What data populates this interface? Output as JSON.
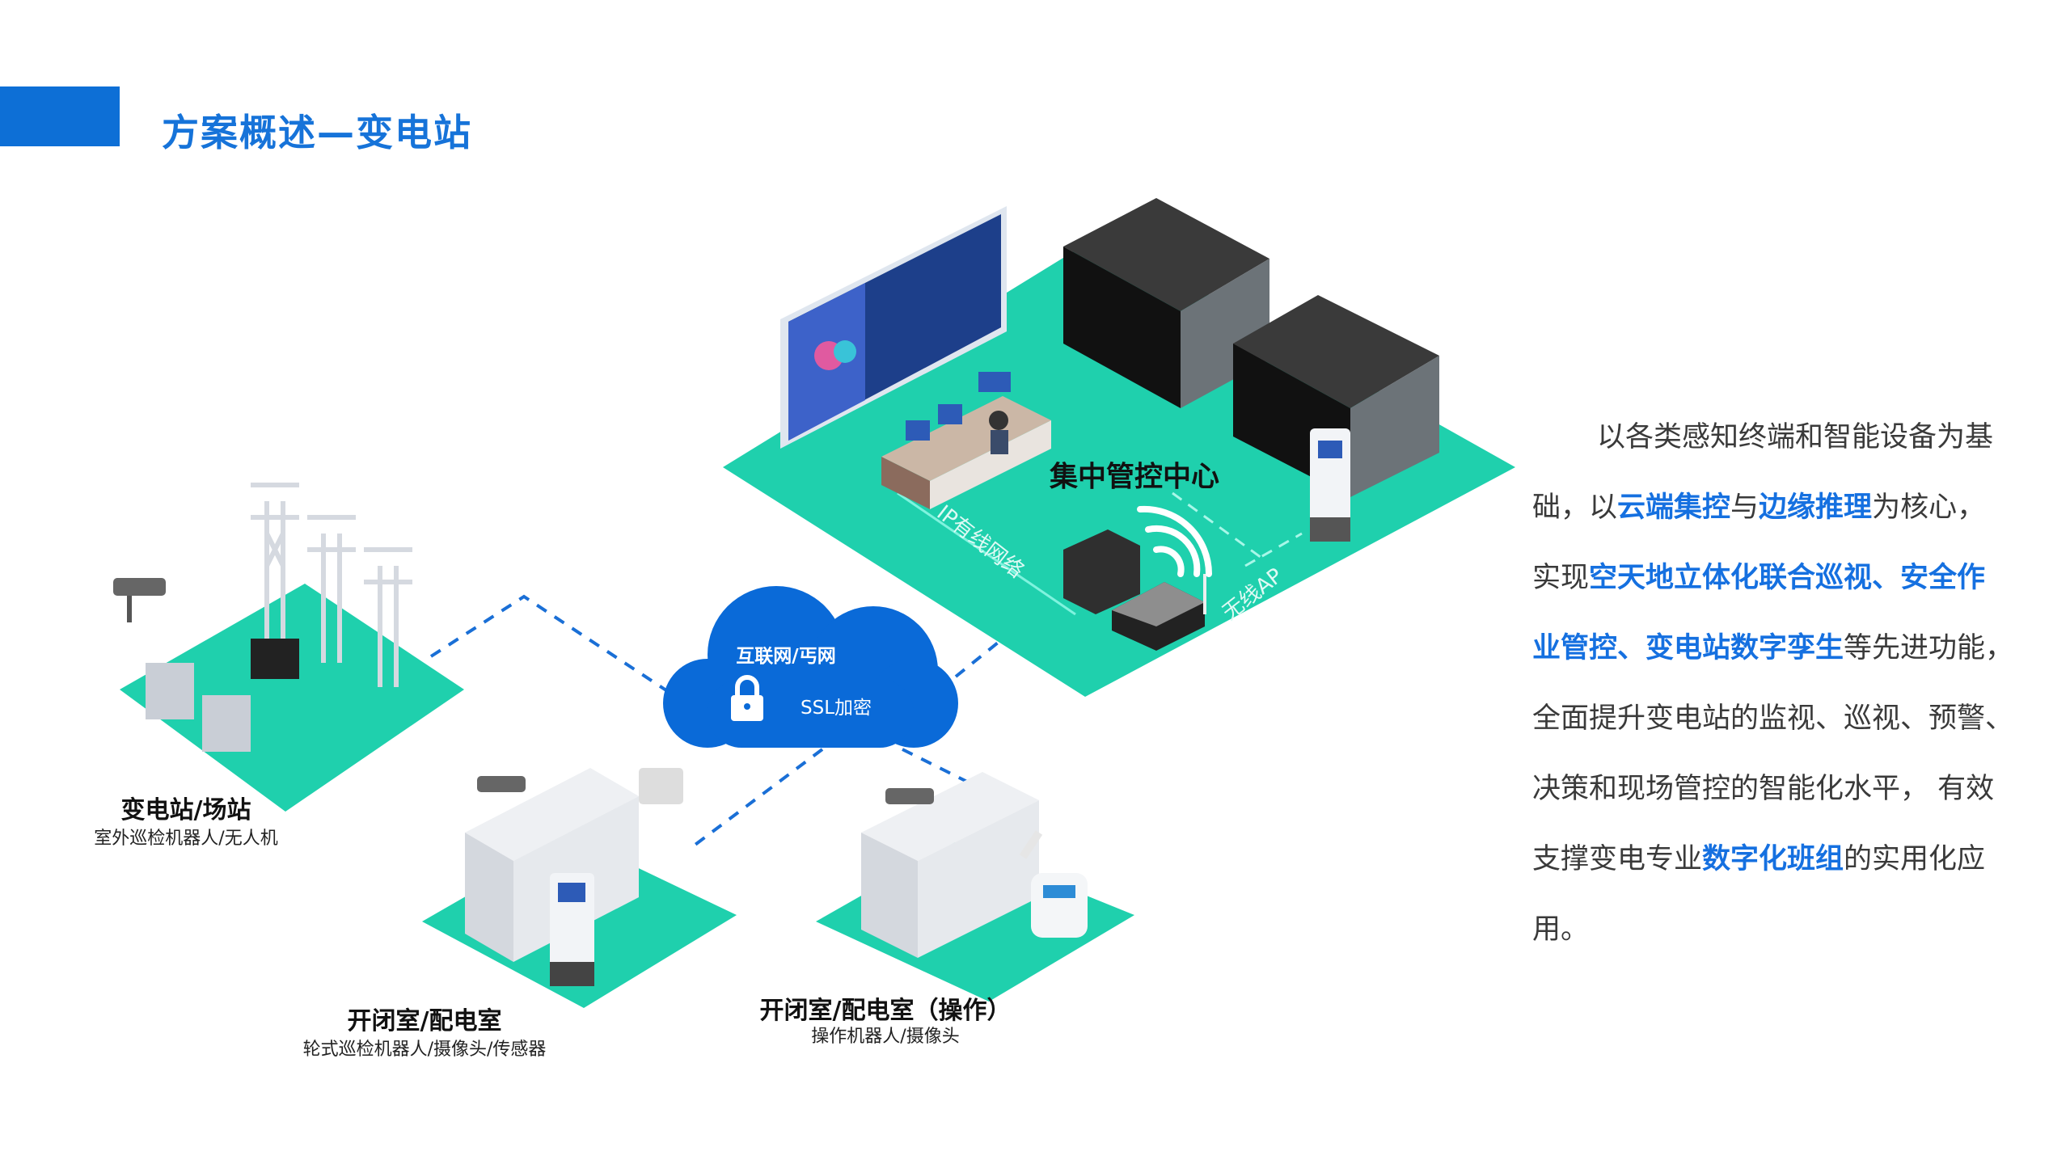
{
  "header": {
    "title": "方案概述—变电站"
  },
  "diagram": {
    "control_center": {
      "label": "集中管控中心",
      "wired_label": "IP有线网络",
      "wireless_label": "无线AP"
    },
    "cloud": {
      "label": "互联网/丐网",
      "security_label": "SSL加密",
      "icon": "lock-icon"
    },
    "substation": {
      "label": "变电站/场站",
      "sub": "室外巡检机器人/无人机"
    },
    "switch_room": {
      "label": "开闭室/配电室",
      "sub": "轮式巡检机器人/摄像头/传感器"
    },
    "switch_room_op": {
      "label": "开闭室/配电室（操作）",
      "sub": "操作机器人/摄像头"
    }
  },
  "description": {
    "lines": [
      [
        "以各类感知终端和智能设备为基"
      ],
      [
        "础，以",
        "云端集控",
        "与",
        "边缘推理",
        "为核心，"
      ],
      [
        "实现",
        "空天地立体化联合巡视、安全作"
      ],
      [
        "业管控、变电站数字孪生",
        "等先进功能，"
      ],
      [
        "全面提升变电站的监视、巡视、预警、"
      ],
      [
        "决策和现场管控的智能化水平， 有效"
      ],
      [
        "支撑变电专业",
        "数字化班组",
        "的实用化应"
      ],
      [
        "用。"
      ]
    ]
  },
  "colors": {
    "brand_blue": "#0d6fd6",
    "highlight": "#1570e0",
    "platform": "#1fd0ad",
    "cloud": "#0a6ad8"
  }
}
